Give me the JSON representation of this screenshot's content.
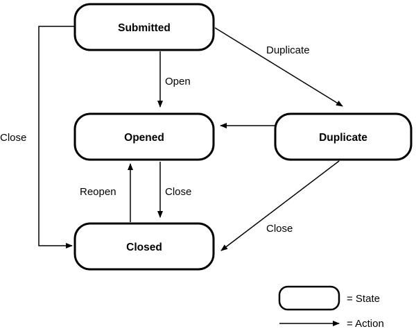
{
  "states": {
    "submitted": "Submitted",
    "opened": "Opened",
    "duplicate": "Duplicate",
    "closed": "Closed"
  },
  "actions": {
    "open": "Open",
    "duplicate": "Duplicate",
    "close_left": "Close",
    "close_middle": "Close",
    "close_right": "Close",
    "reopen": "Reopen",
    "duplicate_to_opened": ""
  },
  "legend": {
    "state": "= State",
    "action": "= Action"
  }
}
